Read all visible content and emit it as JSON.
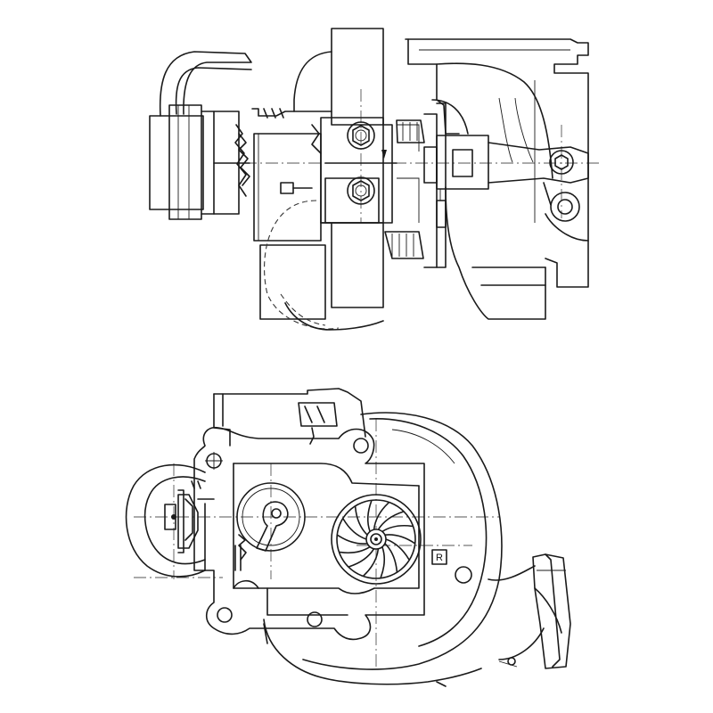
{
  "drawing": {
    "views": [
      "top-view",
      "front-view"
    ],
    "annotations": {
      "rotation_marker": "R"
    }
  }
}
